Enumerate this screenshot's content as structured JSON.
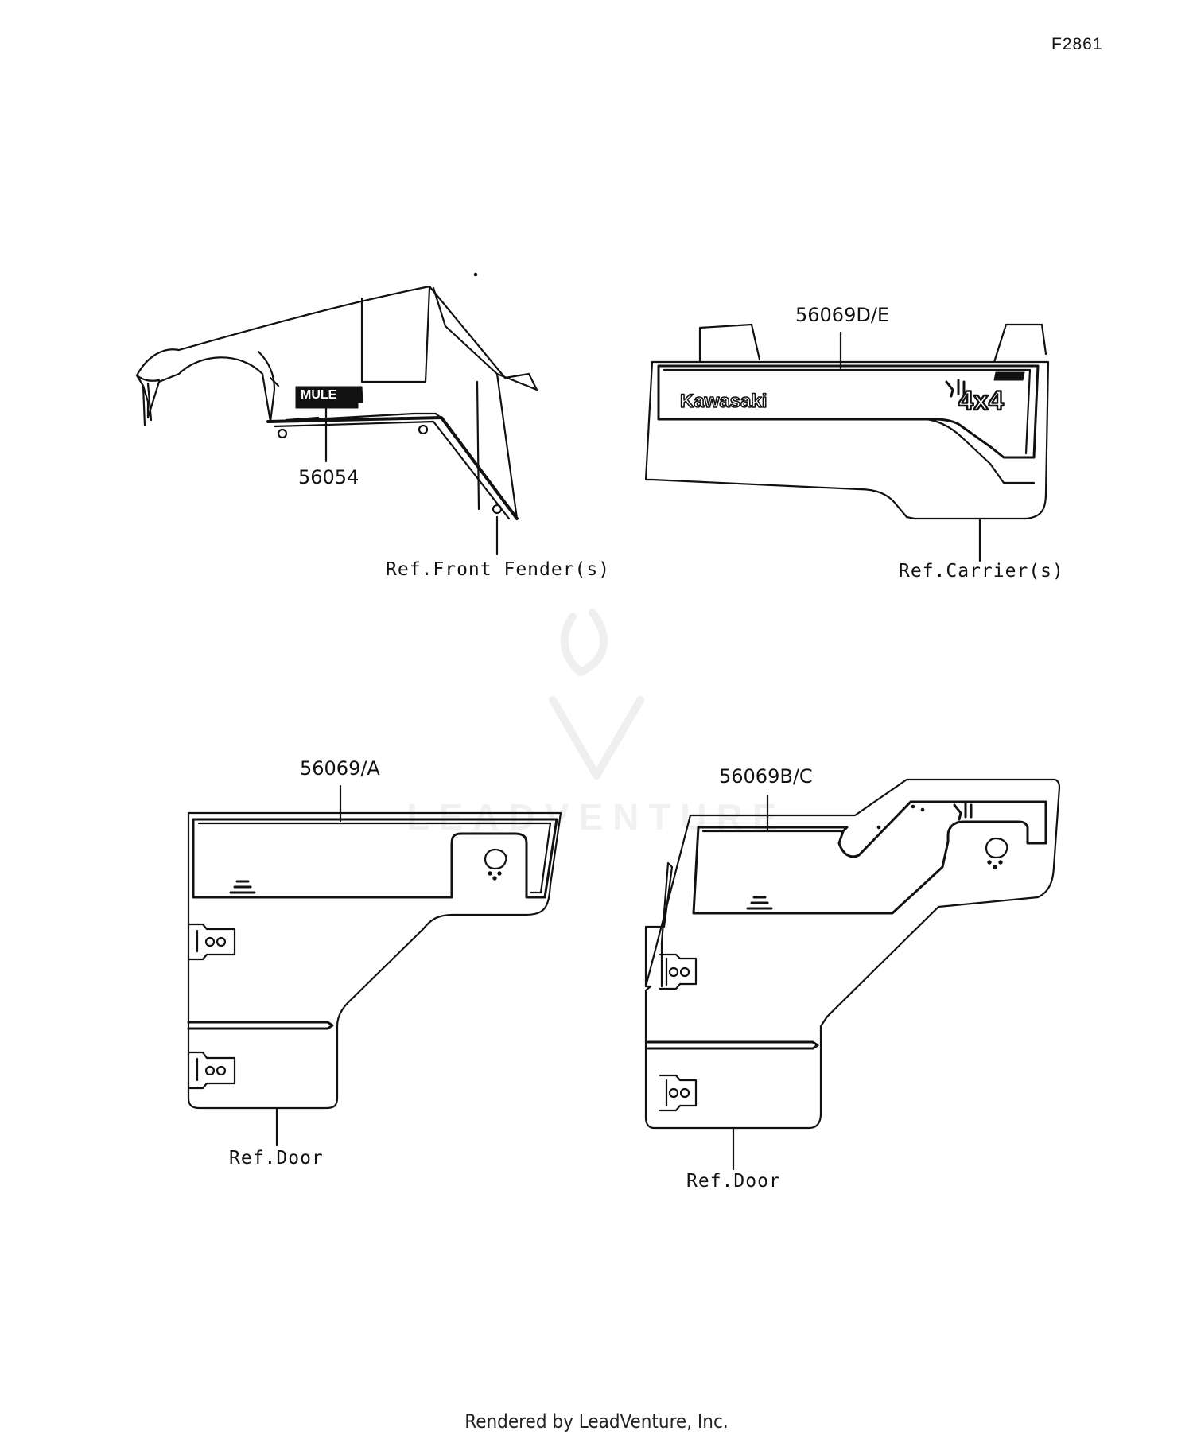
{
  "figure_id": "F2861",
  "callouts": {
    "front_fender_decal": "56054",
    "carrier_decal": "56069D/E",
    "door_left_decal": "56069/A",
    "door_right_decal": "56069B/C"
  },
  "references": {
    "front_fender": "Ref.Front Fender(s)",
    "carrier": "Ref.Carrier(s)",
    "door_left": "Ref.Door",
    "door_right": "Ref.Door"
  },
  "decal_text": {
    "mule": "MULE",
    "kawasaki": "Kawasaki",
    "four_by_four": "4x4"
  },
  "watermark": "LEADVENTURE",
  "footer": "Rendered by LeadVenture, Inc."
}
